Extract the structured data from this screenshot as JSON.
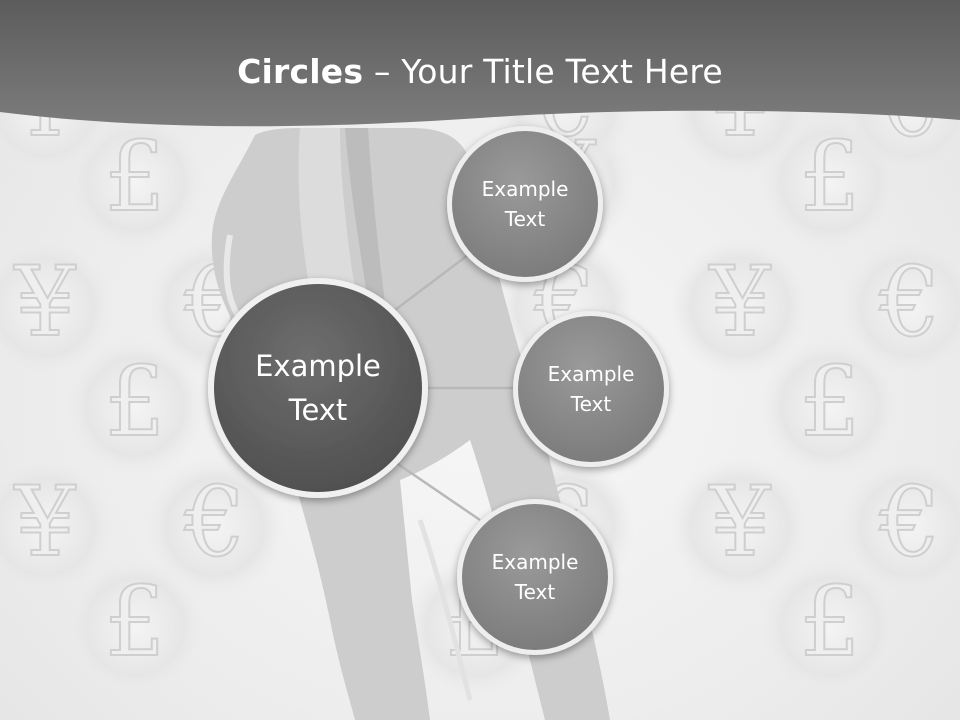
{
  "title": {
    "bold": "Circles",
    "dash": " – ",
    "rest": "Your Title Text Here"
  },
  "center": {
    "text": "Example\nText"
  },
  "satellites": [
    {
      "text": "Example\nText"
    },
    {
      "text": "Example\nText"
    },
    {
      "text": "Example\nText"
    }
  ],
  "background_symbols": [
    "£",
    "¥",
    "€"
  ],
  "colors": {
    "header": "#6e6e6e",
    "center_fill": "#5f5f5f",
    "satellite_fill": "#8a8a8a",
    "connector": "#b4b4b4"
  }
}
